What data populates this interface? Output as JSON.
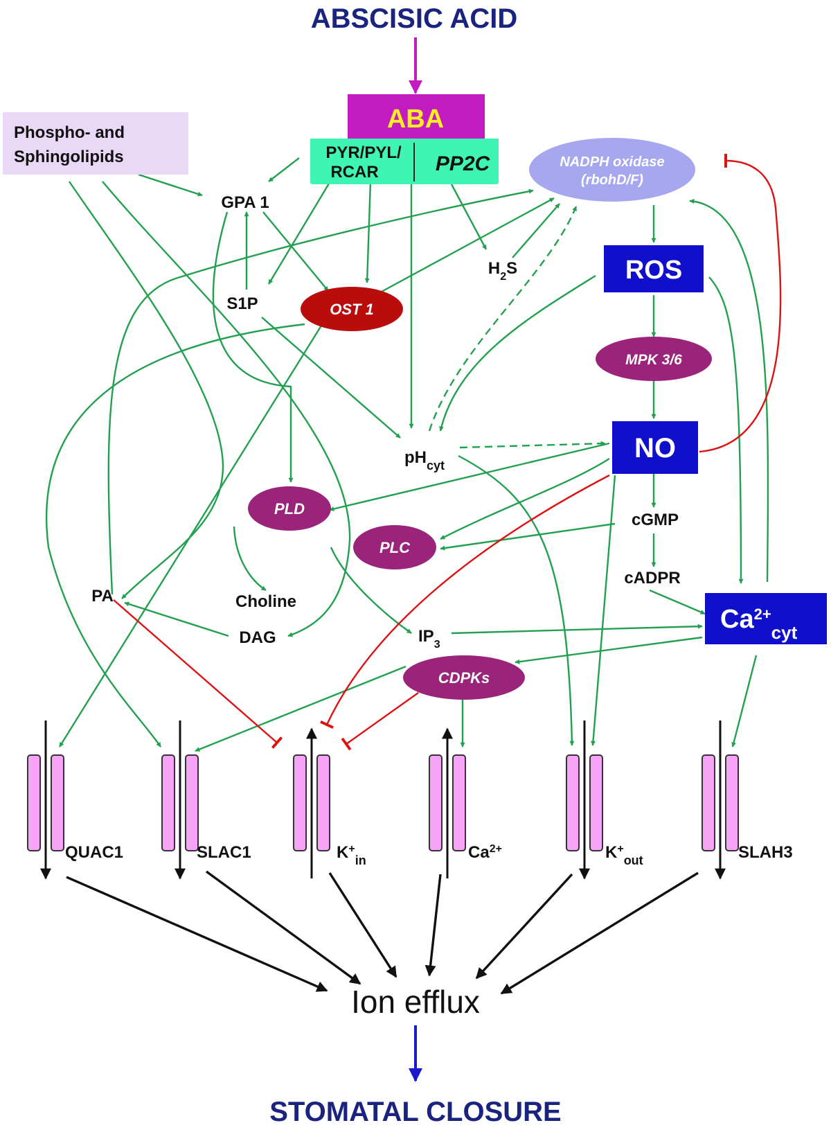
{
  "title": "ABSCISIC ACID",
  "outcome": "STOMATAL CLOSURE",
  "ion_efflux": "Ion efflux",
  "nodes": {
    "aba": "ABA",
    "receptor_line1": "PYR/PYL/",
    "receptor_line2": "RCAR",
    "pp2c": "PP2C",
    "lipids_line1": "Phospho- and",
    "lipids_line2": "Sphingolipids",
    "nadph_line1": "NADPH oxidase",
    "nadph_line2": "(rbohD/F)",
    "gpa1": "GPA 1",
    "s1p": "S1P",
    "ost1": "OST 1",
    "h2s_base": "H",
    "h2s_sub": "2",
    "h2s_end": "S",
    "ros": "ROS",
    "mpk": "MPK 3/6",
    "no": "NO",
    "ph_base": "pH",
    "ph_sub": "cyt",
    "pld": "PLD",
    "plc": "PLC",
    "cgmp": "cGMP",
    "cadpr": "cADPR",
    "pa": "PA",
    "choline": "Choline",
    "dag": "DAG",
    "ip3_base": "IP",
    "ip3_sub": "3",
    "ca_cyt_base": "Ca",
    "ca_cyt_sup": "2+",
    "ca_cyt_sub": "cyt",
    "cdpks": "CDPKs"
  },
  "channels": {
    "quac1": "QUAC1",
    "slac1": "SLAC1",
    "kin_base": "K",
    "kin_sup": "+",
    "kin_sub": "in",
    "ca_base": "Ca",
    "ca_sup": "2+",
    "kout_base": "K",
    "kout_sup": "+",
    "kout_sub": "out",
    "slah3": "SLAH3"
  },
  "colors": {
    "activation": "#22a050",
    "inhibition": "#dd1111",
    "flux": "#111111",
    "title": "#1a237e",
    "aba_box": "#c21bc2",
    "aba_text": "#ffee22",
    "receptor_box": "#3ff5b4",
    "ros_box": "#1010cc",
    "nadph": "#a7a7ef",
    "ost1": "#bb0c0c",
    "purple_node": "#9a2479",
    "lipids_box": "#e9d8f6",
    "channel": "#f7a3f7"
  }
}
